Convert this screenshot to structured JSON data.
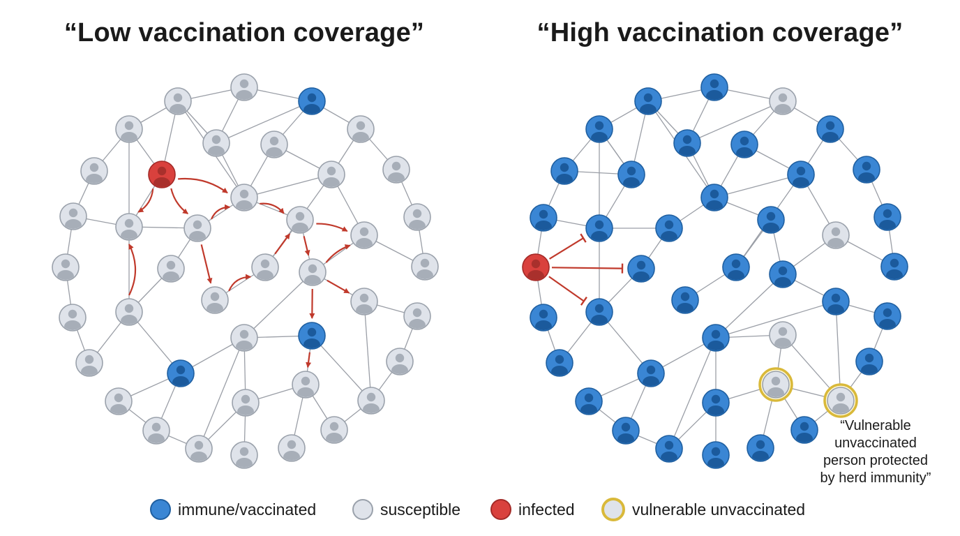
{
  "titles": {
    "left": "“Low vaccination coverage”",
    "right": "“High vaccination coverage”"
  },
  "annotation": [
    "“Vulnerable",
    "unvaccinated",
    "person protected",
    "by herd immunity”"
  ],
  "legend": [
    {
      "key": "immune",
      "label": "immune/vaccinated"
    },
    {
      "key": "susceptible",
      "label": "susceptible"
    },
    {
      "key": "infected",
      "label": "infected"
    },
    {
      "key": "vulnerable",
      "label": "vulnerable unvaccinated"
    }
  ],
  "colors": {
    "immune": "#3a86d4",
    "immune_stroke": "#1f5fa0",
    "susceptible": "#dfe3ea",
    "susceptible_stroke": "#9aa1ab",
    "infected": "#d9413d",
    "infected_stroke": "#a32a27",
    "vulnerable_ring": "#d9b93a",
    "edge": "#9a9ea6",
    "arrow": "#c0392b"
  },
  "networks": [
    {
      "id": "low",
      "nodes": [
        [
          "s",
          255,
          145
        ],
        [
          "s",
          350,
          125
        ],
        [
          "i",
          447,
          145
        ],
        [
          "s",
          185,
          185
        ],
        [
          "s",
          310,
          205
        ],
        [
          "s",
          393,
          207
        ],
        [
          "s",
          517,
          185
        ],
        [
          "s",
          135,
          245
        ],
        [
          "x",
          232,
          250
        ],
        [
          "s",
          475,
          250
        ],
        [
          "s",
          568,
          243
        ],
        [
          "s",
          350,
          283
        ],
        [
          "s",
          105,
          310
        ],
        [
          "s",
          185,
          325
        ],
        [
          "s",
          283,
          327
        ],
        [
          "s",
          430,
          315
        ],
        [
          "s",
          522,
          337
        ],
        [
          "s",
          598,
          311
        ],
        [
          "s",
          94,
          383
        ],
        [
          "s",
          245,
          385
        ],
        [
          "s",
          380,
          383
        ],
        [
          "s",
          448,
          390
        ],
        [
          "s",
          609,
          382
        ],
        [
          "s",
          308,
          430
        ],
        [
          "s",
          522,
          432
        ],
        [
          "s",
          104,
          455
        ],
        [
          "s",
          185,
          447
        ],
        [
          "s",
          598,
          453
        ],
        [
          "s",
          350,
          484
        ],
        [
          "i",
          447,
          481
        ],
        [
          "s",
          128,
          520
        ],
        [
          "i",
          259,
          535
        ],
        [
          "s",
          573,
          518
        ],
        [
          "s",
          438,
          551
        ],
        [
          "s",
          170,
          575
        ],
        [
          "s",
          352,
          577
        ],
        [
          "s",
          532,
          574
        ],
        [
          "s",
          224,
          617
        ],
        [
          "s",
          285,
          643
        ],
        [
          "s",
          350,
          652
        ],
        [
          "s",
          418,
          642
        ],
        [
          "s",
          479,
          616
        ]
      ],
      "edges": [
        [
          0,
          1
        ],
        [
          1,
          2
        ],
        [
          0,
          3
        ],
        [
          0,
          4
        ],
        [
          1,
          4
        ],
        [
          4,
          2
        ],
        [
          2,
          5
        ],
        [
          2,
          6
        ],
        [
          3,
          7
        ],
        [
          0,
          8
        ],
        [
          5,
          9
        ],
        [
          6,
          9
        ],
        [
          6,
          10
        ],
        [
          9,
          11
        ],
        [
          7,
          12
        ],
        [
          8,
          13
        ],
        [
          3,
          13
        ],
        [
          4,
          11
        ],
        [
          11,
          14
        ],
        [
          11,
          15
        ],
        [
          9,
          16
        ],
        [
          10,
          17
        ],
        [
          12,
          13
        ],
        [
          12,
          18
        ],
        [
          13,
          14
        ],
        [
          14,
          19
        ],
        [
          15,
          20
        ],
        [
          15,
          21
        ],
        [
          16,
          21
        ],
        [
          17,
          22
        ],
        [
          16,
          22
        ],
        [
          18,
          25
        ],
        [
          19,
          26
        ],
        [
          20,
          23
        ],
        [
          21,
          24
        ],
        [
          24,
          27
        ],
        [
          13,
          26
        ],
        [
          26,
          30
        ],
        [
          26,
          31
        ],
        [
          25,
          30
        ],
        [
          28,
          29
        ],
        [
          29,
          33
        ],
        [
          31,
          28
        ],
        [
          31,
          34
        ],
        [
          31,
          37
        ],
        [
          28,
          35
        ],
        [
          28,
          38
        ],
        [
          33,
          35
        ],
        [
          33,
          40
        ],
        [
          33,
          41
        ],
        [
          36,
          32
        ],
        [
          36,
          24
        ],
        [
          35,
          38
        ],
        [
          35,
          39
        ],
        [
          34,
          37
        ],
        [
          37,
          38
        ],
        [
          29,
          36
        ],
        [
          21,
          28
        ],
        [
          27,
          32
        ],
        [
          41,
          36
        ],
        [
          9,
          20
        ],
        [
          5,
          11
        ],
        [
          8,
          3
        ],
        [
          0,
          11
        ]
      ],
      "arrows": [
        {
          "from": 8,
          "to": 11,
          "bend": -14
        },
        {
          "from": 8,
          "to": 13,
          "bend": -10
        },
        {
          "from": 8,
          "to": 14,
          "bend": 8
        },
        {
          "from": 14,
          "to": 11,
          "bend": -10
        },
        {
          "from": 11,
          "to": 15,
          "bend": -10
        },
        {
          "from": 14,
          "to": 23,
          "bend": 0
        },
        {
          "from": 23,
          "to": 20,
          "bend": -12
        },
        {
          "from": 20,
          "to": 15,
          "bend": 0
        },
        {
          "from": 15,
          "to": 21,
          "bend": 0
        },
        {
          "from": 15,
          "to": 16,
          "bend": -6
        },
        {
          "from": 21,
          "to": 16,
          "bend": -6
        },
        {
          "from": 21,
          "to": 24,
          "bend": 0
        },
        {
          "from": 21,
          "to": 29,
          "bend": 0
        },
        {
          "from": 29,
          "to": 33,
          "bend": 0
        },
        {
          "from": 26,
          "to": 13,
          "bend": 18
        }
      ],
      "blocks": []
    },
    {
      "id": "high",
      "nodes": [
        [
          "v",
          929,
          145
        ],
        [
          "v",
          1024,
          125
        ],
        [
          "s",
          1122,
          145
        ],
        [
          "v",
          859,
          185
        ],
        [
          "v",
          985,
          205
        ],
        [
          "v",
          1067,
          207
        ],
        [
          "v",
          1190,
          185
        ],
        [
          "v",
          809,
          245
        ],
        [
          "v",
          905,
          250
        ],
        [
          "v",
          1148,
          250
        ],
        [
          "v",
          1242,
          243
        ],
        [
          "v",
          1024,
          283
        ],
        [
          "v",
          779,
          312
        ],
        [
          "v",
          859,
          327
        ],
        [
          "v",
          959,
          327
        ],
        [
          "v",
          1105,
          315
        ],
        [
          "s",
          1198,
          337
        ],
        [
          "v",
          1272,
          311
        ],
        [
          "x",
          768,
          383
        ],
        [
          "v",
          919,
          385
        ],
        [
          "v",
          1055,
          383
        ],
        [
          "v",
          1122,
          393
        ],
        [
          "v",
          1282,
          382
        ],
        [
          "v",
          982,
          430
        ],
        [
          "v",
          1198,
          432
        ],
        [
          "v",
          779,
          455
        ],
        [
          "v",
          859,
          447
        ],
        [
          "v",
          1272,
          453
        ],
        [
          "v",
          1026,
          484
        ],
        [
          "s",
          1122,
          480
        ],
        [
          "v",
          802,
          520
        ],
        [
          "v",
          933,
          535
        ],
        [
          "v",
          1246,
          518
        ],
        [
          "y",
          1112,
          551
        ],
        [
          "v",
          844,
          575
        ],
        [
          "v",
          1026,
          577
        ],
        [
          "y",
          1205,
          574
        ],
        [
          "v",
          897,
          617
        ],
        [
          "v",
          959,
          643
        ],
        [
          "v",
          1026,
          652
        ],
        [
          "v",
          1090,
          642
        ],
        [
          "v",
          1153,
          616
        ]
      ],
      "edges": [
        [
          0,
          1
        ],
        [
          1,
          2
        ],
        [
          0,
          3
        ],
        [
          0,
          4
        ],
        [
          1,
          4
        ],
        [
          4,
          2
        ],
        [
          2,
          5
        ],
        [
          2,
          6
        ],
        [
          3,
          7
        ],
        [
          0,
          8
        ],
        [
          5,
          9
        ],
        [
          6,
          9
        ],
        [
          6,
          10
        ],
        [
          9,
          11
        ],
        [
          7,
          12
        ],
        [
          8,
          13
        ],
        [
          3,
          13
        ],
        [
          4,
          11
        ],
        [
          11,
          14
        ],
        [
          11,
          15
        ],
        [
          9,
          16
        ],
        [
          10,
          17
        ],
        [
          12,
          13
        ],
        [
          12,
          18
        ],
        [
          13,
          14
        ],
        [
          14,
          19
        ],
        [
          15,
          20
        ],
        [
          15,
          21
        ],
        [
          16,
          21
        ],
        [
          17,
          22
        ],
        [
          16,
          22
        ],
        [
          18,
          25
        ],
        [
          19,
          26
        ],
        [
          20,
          23
        ],
        [
          21,
          24
        ],
        [
          24,
          27
        ],
        [
          13,
          26
        ],
        [
          26,
          30
        ],
        [
          26,
          31
        ],
        [
          25,
          30
        ],
        [
          28,
          29
        ],
        [
          29,
          33
        ],
        [
          31,
          28
        ],
        [
          31,
          34
        ],
        [
          31,
          37
        ],
        [
          28,
          35
        ],
        [
          28,
          38
        ],
        [
          33,
          35
        ],
        [
          33,
          40
        ],
        [
          33,
          41
        ],
        [
          36,
          32
        ],
        [
          36,
          24
        ],
        [
          35,
          38
        ],
        [
          35,
          39
        ],
        [
          34,
          37
        ],
        [
          37,
          38
        ],
        [
          29,
          36
        ],
        [
          21,
          28
        ],
        [
          27,
          32
        ],
        [
          41,
          36
        ],
        [
          9,
          20
        ],
        [
          5,
          11
        ],
        [
          8,
          3
        ],
        [
          0,
          11
        ],
        [
          24,
          28
        ],
        [
          33,
          36
        ],
        [
          8,
          7
        ],
        [
          3,
          8
        ]
      ],
      "arrows": [],
      "blocks": [
        {
          "from": 18,
          "to": 13
        },
        {
          "from": 18,
          "to": 19
        },
        {
          "from": 18,
          "to": 26
        }
      ]
    }
  ]
}
